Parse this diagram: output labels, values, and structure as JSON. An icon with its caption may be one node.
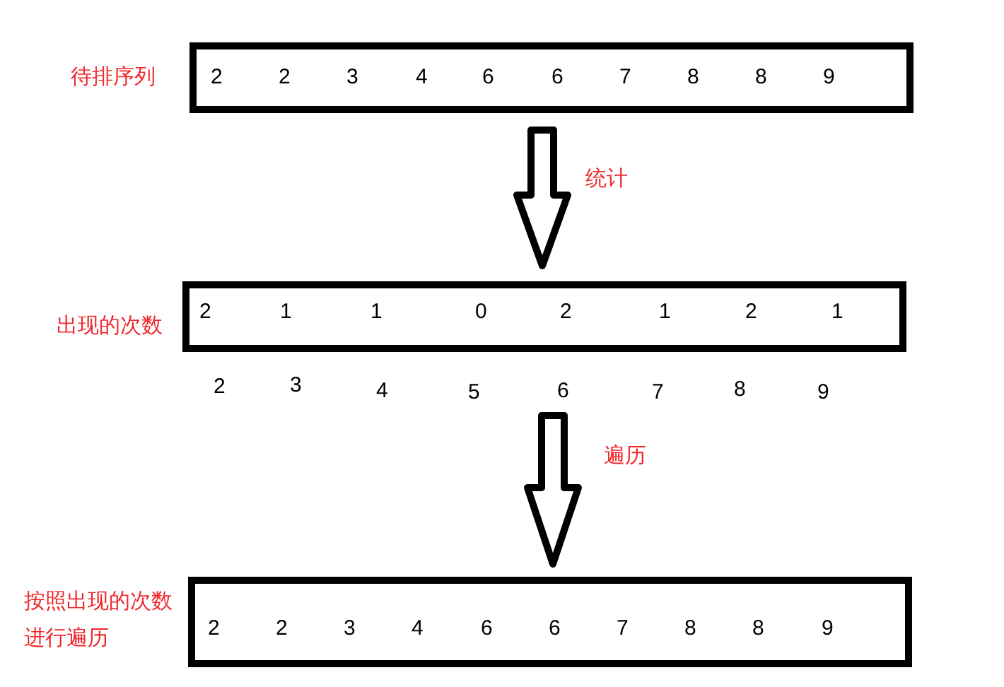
{
  "diagram": {
    "nodes": [
      {
        "text": [
          "2",
          "2",
          "3",
          "4",
          "6",
          "6",
          "7",
          "8",
          "8",
          "9"
        ],
        "beside": [
          "待排序列"
        ]
      },
      {
        "text": [
          "2",
          "1",
          "1",
          "0",
          "2",
          "1",
          "2",
          "1"
        ],
        "beside": [
          "出现的次数"
        ]
      },
      {
        "text": [
          "2",
          "2",
          "3",
          "4",
          "6",
          "6",
          "7",
          "8",
          "8",
          "9"
        ],
        "beside": [
          "按照出现的次数进行遍历"
        ]
      }
    ],
    "edges": [
      {
        "from": 0,
        "to": 1,
        "arrow": "to",
        "label": "统计"
      },
      {
        "from": 1,
        "to": 2,
        "arrow": "to",
        "label": "遍历"
      }
    ],
    "labels": [
      "2",
      "3",
      "4",
      "5",
      "6",
      "7",
      "8",
      "9"
    ]
  }
}
